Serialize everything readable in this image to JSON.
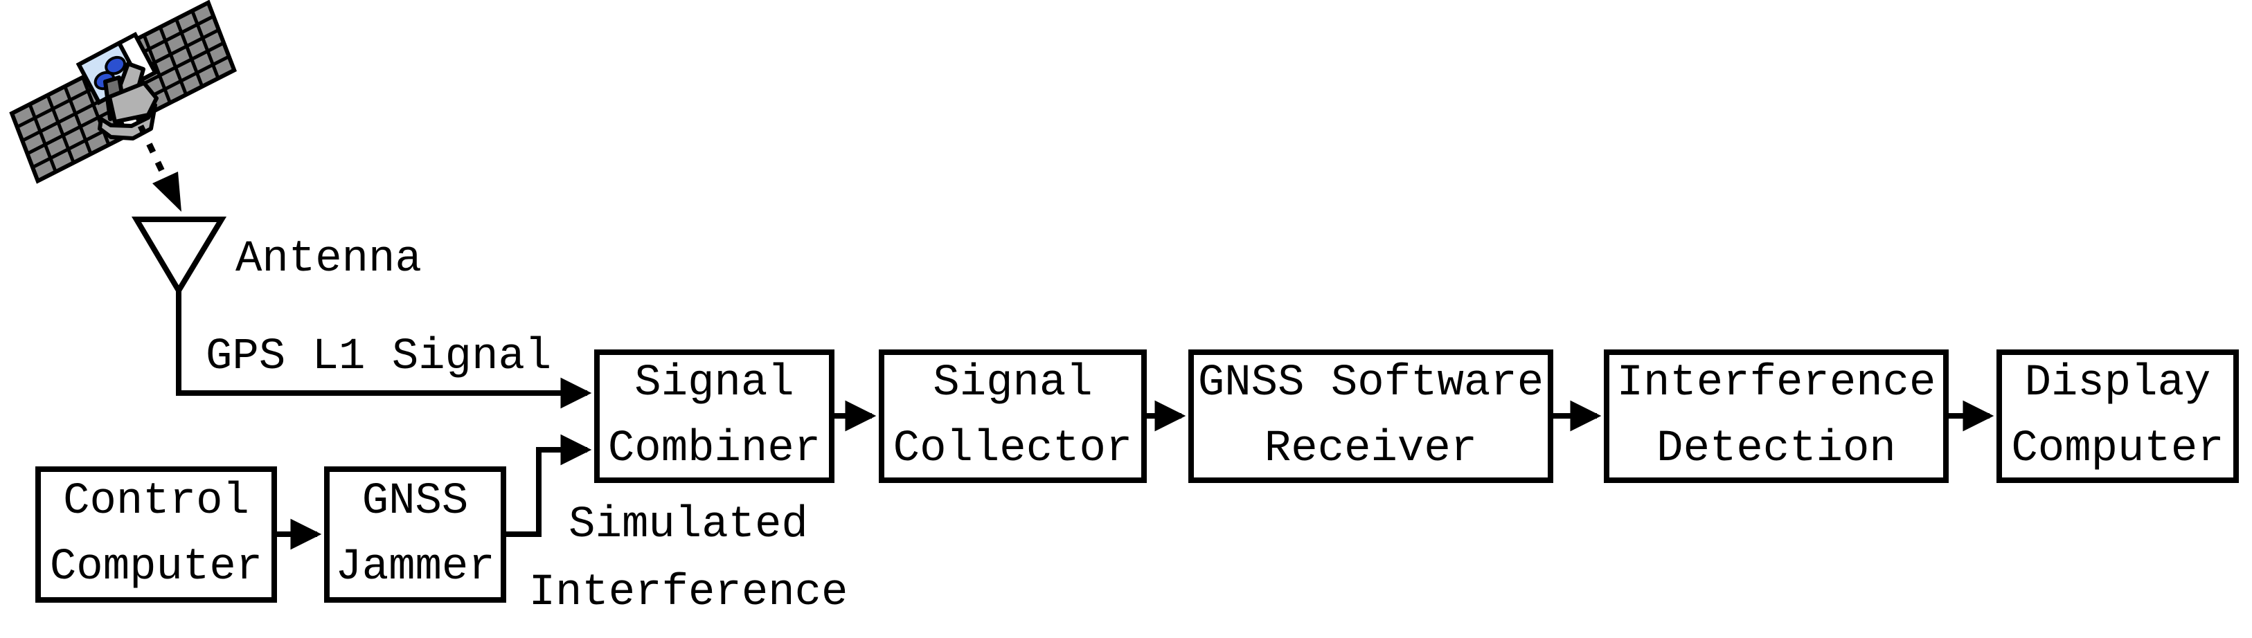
{
  "diagram": {
    "labels": {
      "antenna": "Antenna",
      "gps_l1": "GPS L1 Signal",
      "simulated_1": "Simulated",
      "simulated_2": "Interference"
    },
    "boxes": [
      {
        "id": "control-computer",
        "lines": [
          "Control",
          "Computer"
        ]
      },
      {
        "id": "gnss-jammer",
        "lines": [
          "GNSS",
          "Jammer"
        ]
      },
      {
        "id": "signal-combiner",
        "lines": [
          "Signal",
          "Combiner"
        ]
      },
      {
        "id": "signal-collector",
        "lines": [
          "Signal",
          "Collector"
        ]
      },
      {
        "id": "gnss-software-receiver",
        "lines": [
          "GNSS Software",
          "Receiver"
        ]
      },
      {
        "id": "interference-detection",
        "lines": [
          "Interference",
          "Detection"
        ]
      },
      {
        "id": "display-computer",
        "lines": [
          "Display",
          "Computer"
        ]
      }
    ],
    "colors": {
      "background": "#ffffff",
      "line": "#000000",
      "panel_gray": "#8f8f8f",
      "body_gray": "#b2b2b2",
      "dark_gray": "#6e6e6e",
      "window_blue": "#cfe2f7",
      "lens_blue": "#2b50d0"
    }
  }
}
